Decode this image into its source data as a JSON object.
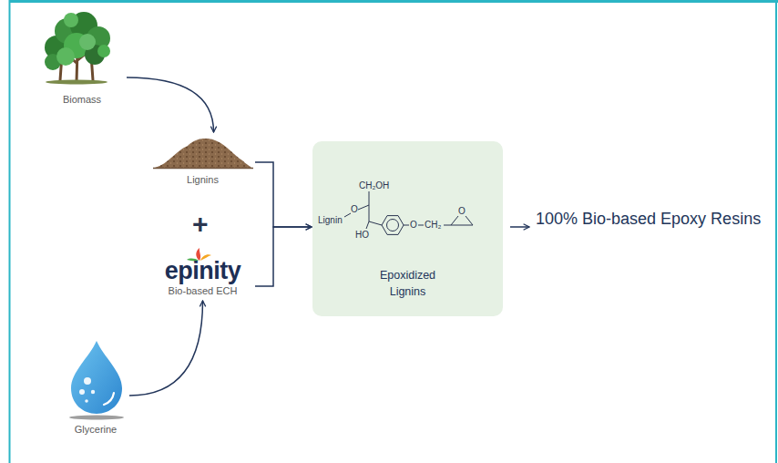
{
  "diagram": {
    "nodes": [
      {
        "text": [
          "Biomass"
        ]
      },
      {
        "text": [
          "Lignins"
        ]
      },
      {
        "text": [
          "epinity",
          "Bio-based ECH"
        ]
      },
      {
        "text": [
          "Glycerine"
        ]
      },
      {
        "text": [
          "Epoxidized Lignins"
        ]
      },
      {
        "text": [
          "100% Bio-based Epoxy Resins"
        ]
      }
    ],
    "edges": [
      {
        "from": 0,
        "to": 1,
        "arrow": "to"
      },
      {
        "from": 3,
        "to": 2,
        "arrow": "to"
      },
      {
        "from": 1,
        "to": 4,
        "arrow": "to"
      },
      {
        "from": 2,
        "to": 4,
        "arrow": "to"
      },
      {
        "from": 4,
        "to": 5,
        "arrow": "to"
      }
    ],
    "labels": [
      "+",
      "CH₂OH",
      "O",
      "Lignin",
      "HO",
      "O",
      "CH₂",
      "O"
    ]
  }
}
